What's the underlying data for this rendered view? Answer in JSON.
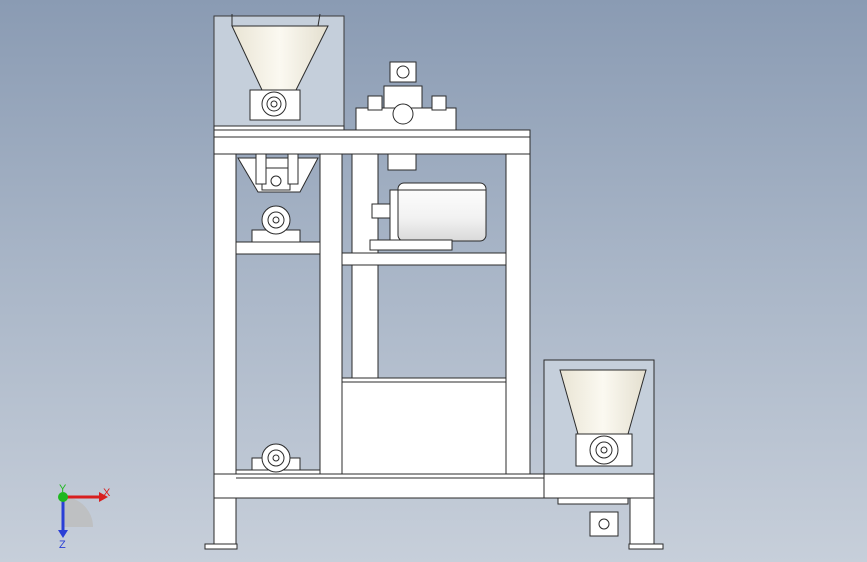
{
  "viewport": {
    "background_top": "#8a9bb3",
    "background_bottom": "#c7cfda",
    "part_fill": "#ffffff",
    "part_stroke": "#2b2b2b",
    "hopper_fill": "#f3efe3"
  },
  "triad": {
    "x_label": "X",
    "y_label": "Y",
    "z_label": "Z",
    "x_color": "#d81f1f",
    "y_color": "#1fb81f",
    "z_color": "#2a3fd6"
  },
  "components": {
    "frame": "main-frame",
    "hopper_left": "feed-hopper",
    "hopper_right": "feed-hopper-secondary",
    "motor": "electric-motor",
    "gearbox": "gear-reducer",
    "tank": "collection-tank",
    "bearings": "pillow-block-bearings"
  }
}
